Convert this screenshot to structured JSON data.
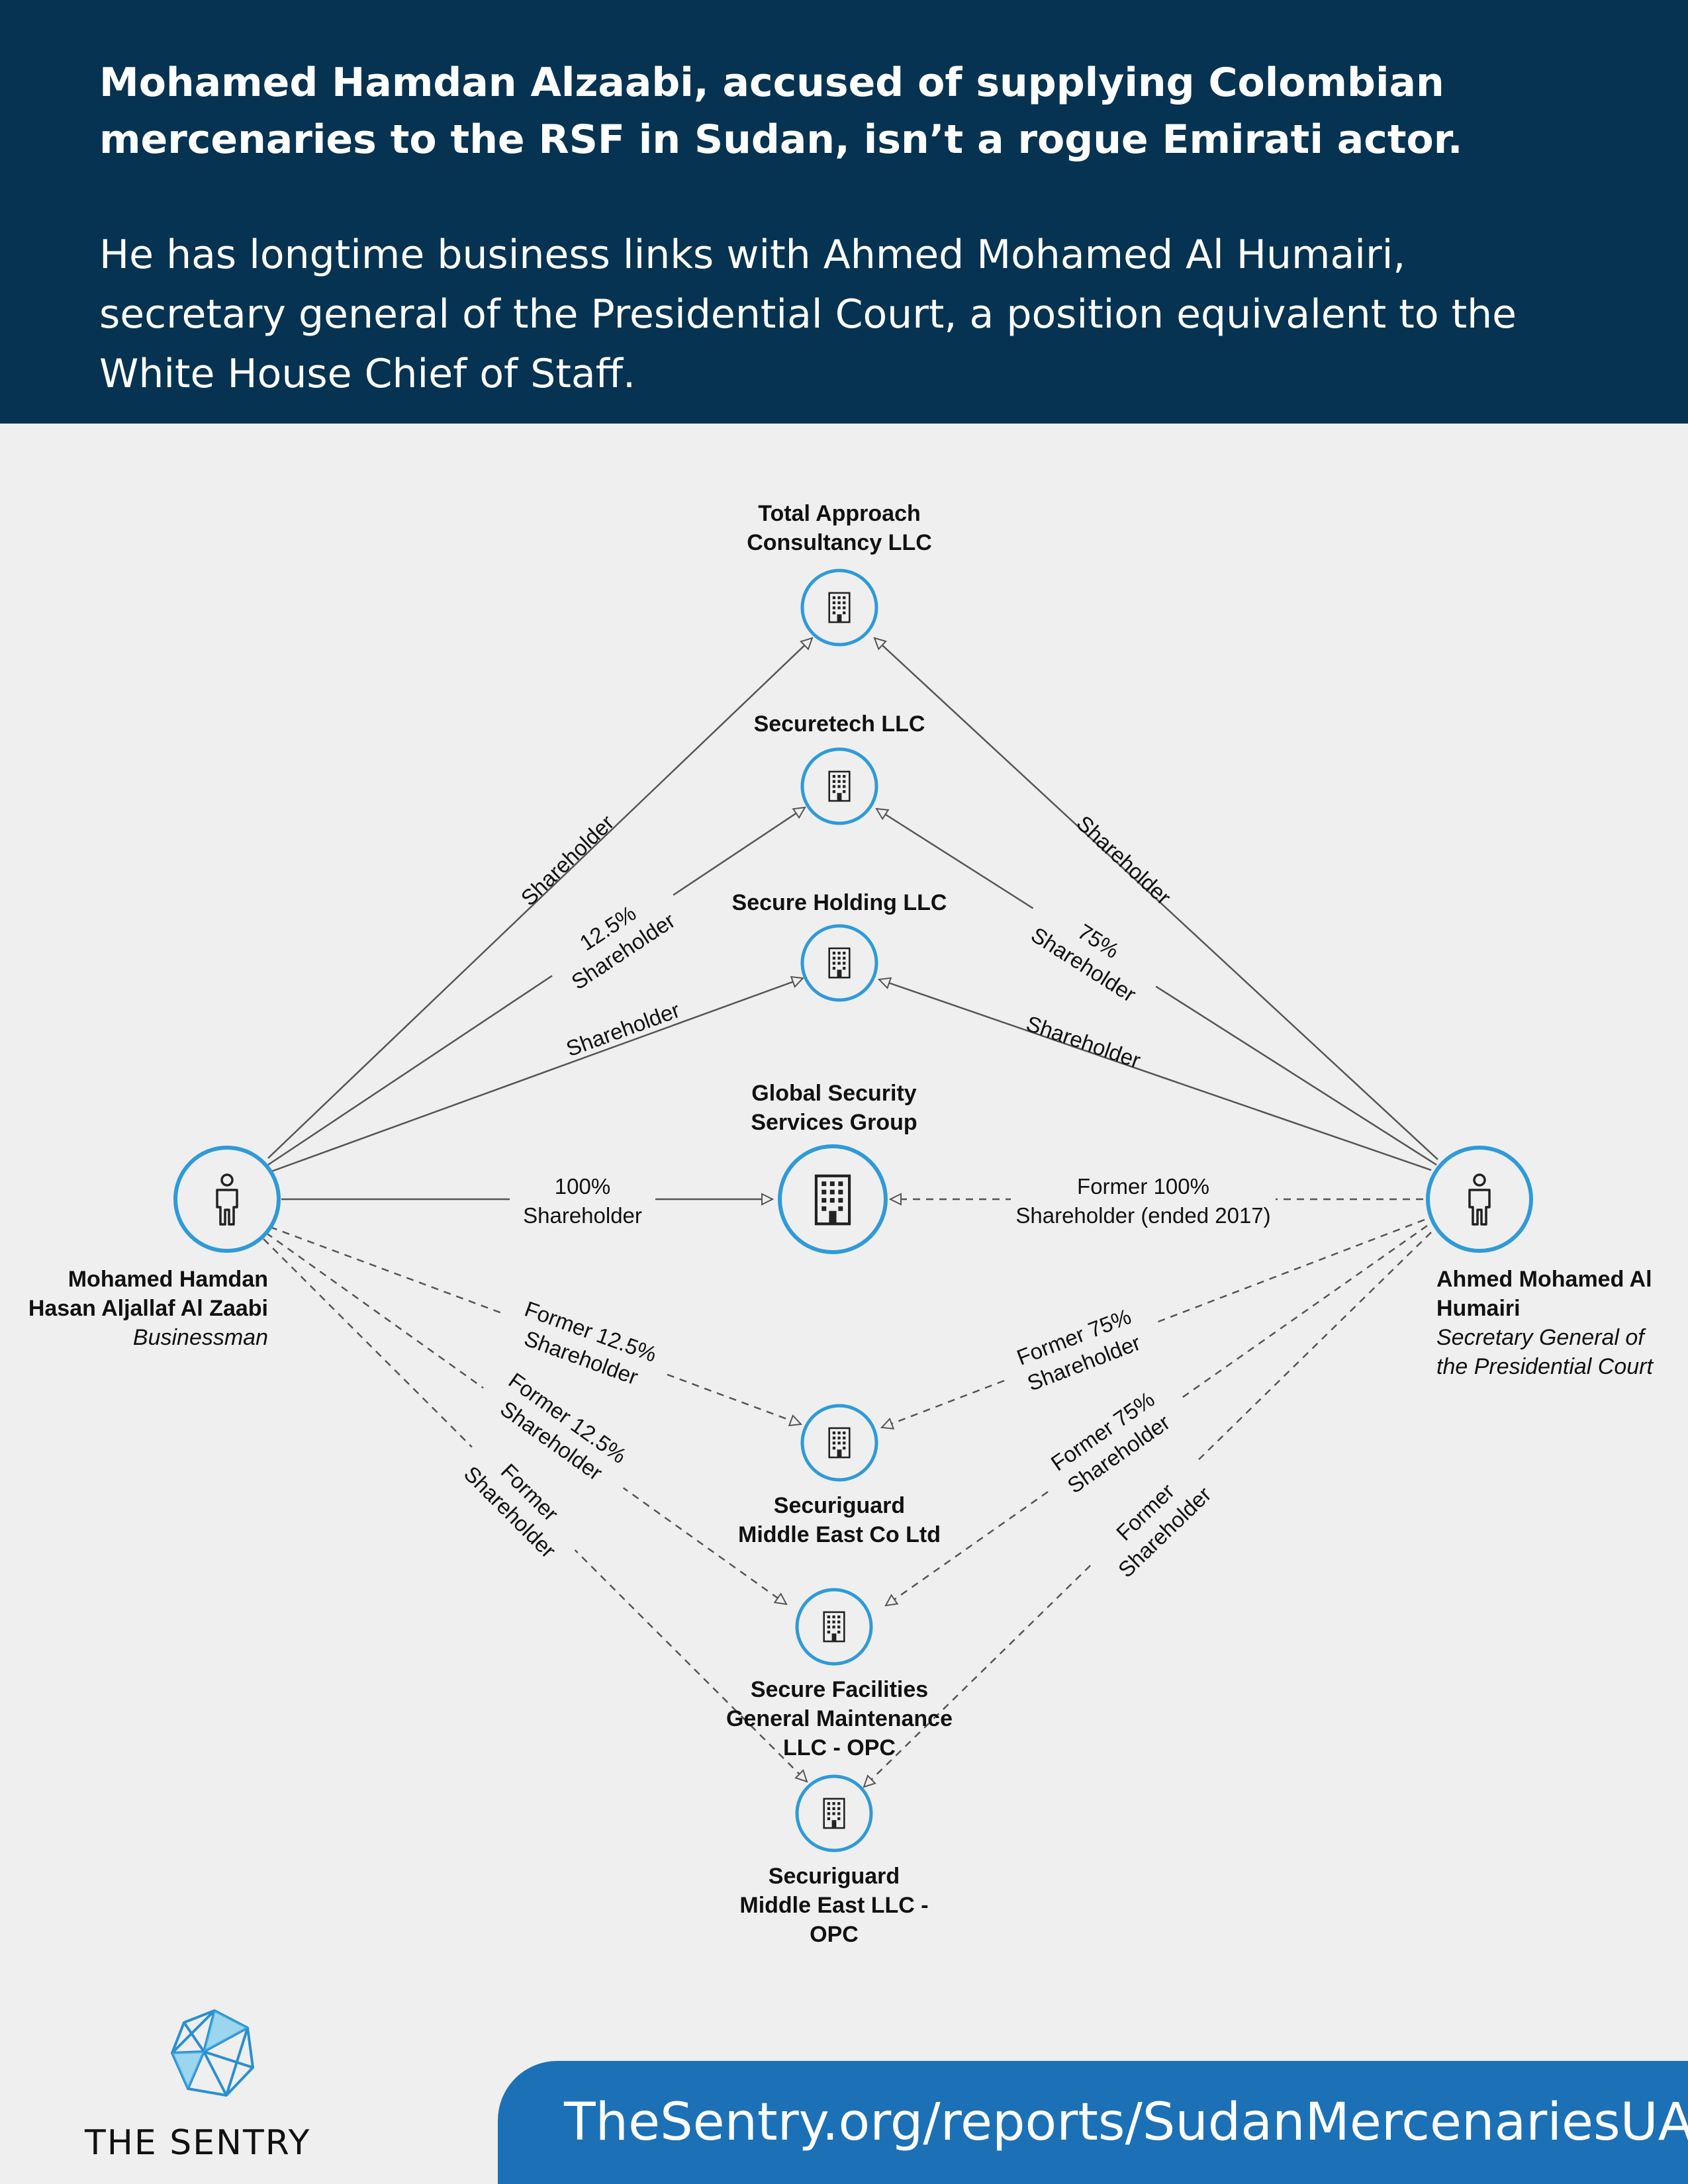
{
  "header": {
    "headline": "Mohamed Hamdan Alzaabi, accused of supplying Colombian mercenaries to the RSF in Sudan, isn’t a rogue Emirati actor.",
    "subtext": "He has longtime business links with Ahmed Mohamed Al Humairi, secretary general of the Presidential Court, a position equivalent to the White House Chief of Staff."
  },
  "people": {
    "left": {
      "name": [
        "Mohamed Hamdan",
        "Hasan Aljallaf Al Zaabi"
      ],
      "role": [
        "Businessman"
      ],
      "icon": "person-icon"
    },
    "right": {
      "name": [
        "Ahmed Mohamed Al",
        "Humairi"
      ],
      "role": [
        "Secretary General of",
        "the Presidential Court"
      ],
      "icon": "person-icon"
    }
  },
  "companies": {
    "total_approach": {
      "name": [
        "Total Approach",
        "Consultancy LLC"
      ],
      "icon": "building-icon"
    },
    "securetech": {
      "name": [
        "Securetech LLC"
      ],
      "icon": "building-icon"
    },
    "secure_holding": {
      "name": [
        "Secure Holding LLC"
      ],
      "icon": "building-icon"
    },
    "global_security": {
      "name": [
        "Global Security",
        "Services Group"
      ],
      "icon": "building-icon"
    },
    "securiguard_co": {
      "name": [
        "Securiguard",
        "Middle East Co Ltd"
      ],
      "icon": "building-icon"
    },
    "secure_facilities": {
      "name": [
        "Secure Facilities",
        "General Maintenance",
        "LLC - OPC"
      ],
      "icon": "building-icon"
    },
    "securiguard_opc": {
      "name": [
        "Securiguard",
        "Middle East LLC -",
        "OPC"
      ],
      "icon": "building-icon"
    }
  },
  "edges": [
    {
      "from": "left",
      "to": "total_approach",
      "type": "current",
      "label": [
        "Shareholder"
      ]
    },
    {
      "from": "left",
      "to": "securetech",
      "type": "current",
      "label": [
        "12.5%",
        "Shareholder"
      ]
    },
    {
      "from": "left",
      "to": "secure_holding",
      "type": "current",
      "label": [
        "Shareholder"
      ]
    },
    {
      "from": "left",
      "to": "global_security",
      "type": "current",
      "label": [
        "100%",
        "Shareholder"
      ]
    },
    {
      "from": "left",
      "to": "securiguard_co",
      "type": "former",
      "label": [
        "Former 12.5%",
        "Shareholder"
      ]
    },
    {
      "from": "left",
      "to": "secure_facilities",
      "type": "former",
      "label": [
        "Former 12.5%",
        "Shareholder"
      ]
    },
    {
      "from": "left",
      "to": "securiguard_opc",
      "type": "former",
      "label": [
        "Former",
        "Shareholder"
      ]
    },
    {
      "from": "right",
      "to": "total_approach",
      "type": "current",
      "label": [
        "Shareholder"
      ]
    },
    {
      "from": "right",
      "to": "securetech",
      "type": "current",
      "label": [
        "75%",
        "Shareholder"
      ]
    },
    {
      "from": "right",
      "to": "secure_holding",
      "type": "current",
      "label": [
        "Shareholder"
      ]
    },
    {
      "from": "right",
      "to": "global_security",
      "type": "former",
      "label": [
        "Former 100%",
        "Shareholder (ended 2017)"
      ]
    },
    {
      "from": "right",
      "to": "securiguard_co",
      "type": "former",
      "label": [
        "Former 75%",
        "Shareholder"
      ]
    },
    {
      "from": "right",
      "to": "secure_facilities",
      "type": "former",
      "label": [
        "Former 75%",
        "Shareholder"
      ]
    },
    {
      "from": "right",
      "to": "securiguard_opc",
      "type": "former",
      "label": [
        "Former",
        "Shareholder"
      ]
    }
  ],
  "colors": {
    "header_bg": "#063351",
    "node_ring": "#2f9ad8",
    "url_bar": "#1c71b6",
    "line": "#555555"
  },
  "footer": {
    "logo_text": "THE SENTRY",
    "url": "TheSentry.org/reports/SudanMercenariesUAE"
  }
}
